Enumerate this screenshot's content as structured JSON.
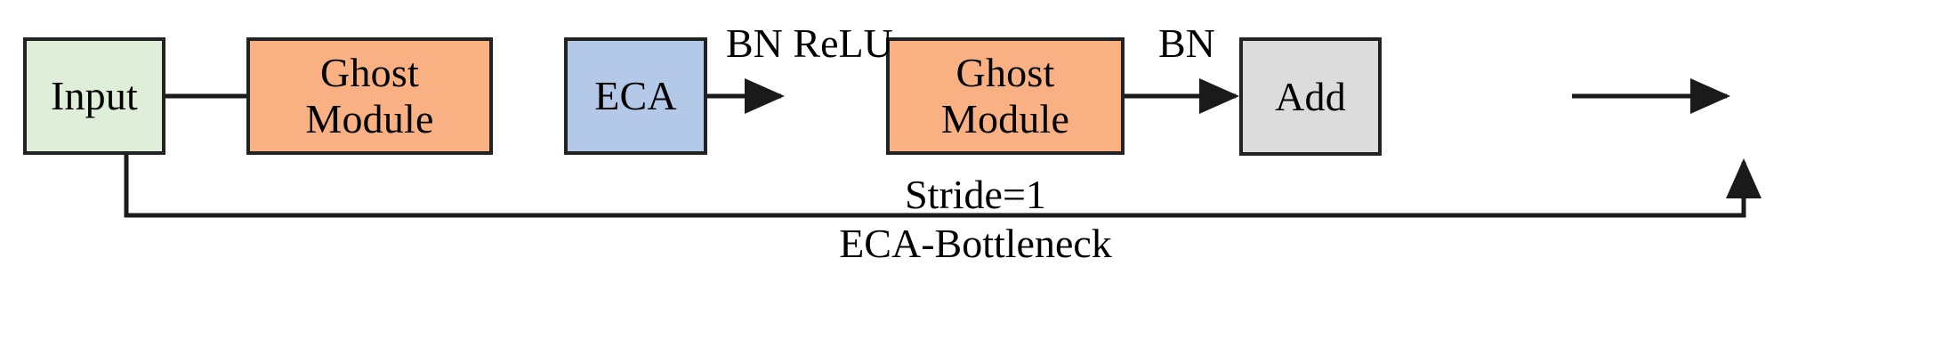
{
  "diagram": {
    "title": "ECA-Bottleneck",
    "nodes": [
      {
        "id": "input",
        "label": "Input",
        "fill": "#dfeed8",
        "stroke": "#222222"
      },
      {
        "id": "ghost1",
        "label": "Ghost\nModule",
        "fill": "#f9b183",
        "stroke": "#222222"
      },
      {
        "id": "eca",
        "label": "ECA",
        "fill": "#b4c9e7",
        "stroke": "#222222"
      },
      {
        "id": "ghost2",
        "label": "Ghost\nModule",
        "fill": "#f9b183",
        "stroke": "#222222"
      },
      {
        "id": "add",
        "label": "Add",
        "fill": "#dcdcdc",
        "stroke": "#222222"
      }
    ],
    "edges": [
      {
        "from": "input",
        "to": "ghost1",
        "label": ""
      },
      {
        "from": "ghost1",
        "to": "eca",
        "label": ""
      },
      {
        "from": "eca",
        "to": "ghost2",
        "label": "BN ReLU"
      },
      {
        "from": "ghost2",
        "to": "add",
        "label": "BN"
      },
      {
        "from": "input",
        "to": "add",
        "label": "",
        "kind": "skip-connection"
      }
    ],
    "caption": {
      "line1": "Stride=1",
      "line2": "ECA-Bottleneck"
    }
  },
  "colors": {
    "background": "#ffffff",
    "line": "#222222",
    "green_fill": "#dfeed8",
    "orange_fill": "#f9b183",
    "blue_fill": "#b4c9e7",
    "gray_fill": "#dcdcdc"
  }
}
